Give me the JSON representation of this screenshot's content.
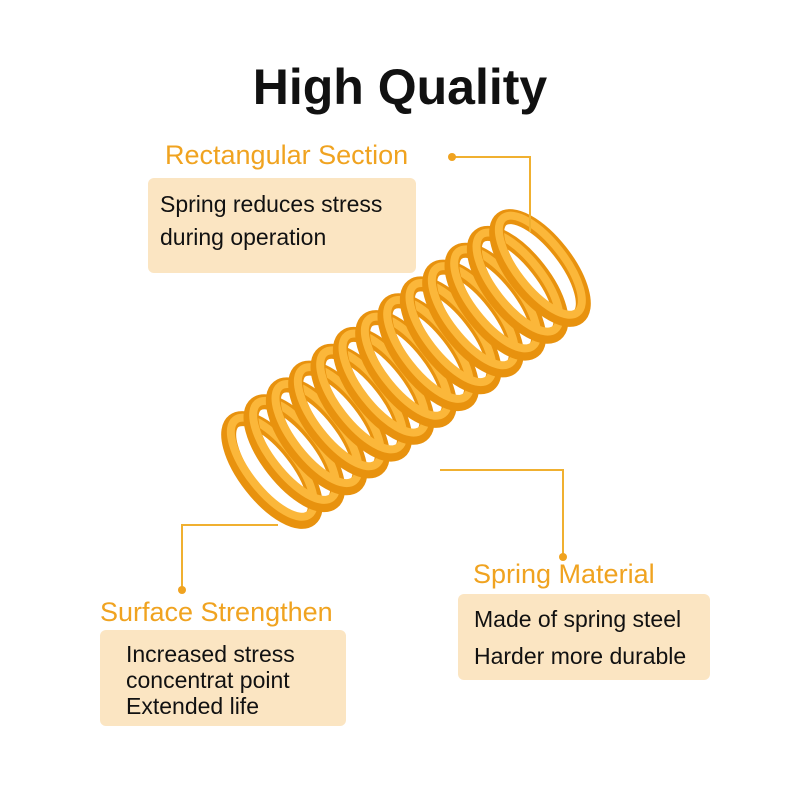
{
  "title": "High Quality",
  "callouts": [
    {
      "heading": "Rectangular Section",
      "lines": [
        "Spring reduces stress",
        "during operation"
      ]
    },
    {
      "heading": "Spring Material",
      "lines": [
        "Made of spring steel",
        "Harder  more durable"
      ]
    },
    {
      "heading": "Surface Strengthen",
      "lines": [
        "Increased stress",
        "concentrat point",
        "Extended life"
      ]
    }
  ],
  "colors": {
    "accent": "#f0a320",
    "box": "#fbe5c2",
    "spring": "#f5a623"
  }
}
